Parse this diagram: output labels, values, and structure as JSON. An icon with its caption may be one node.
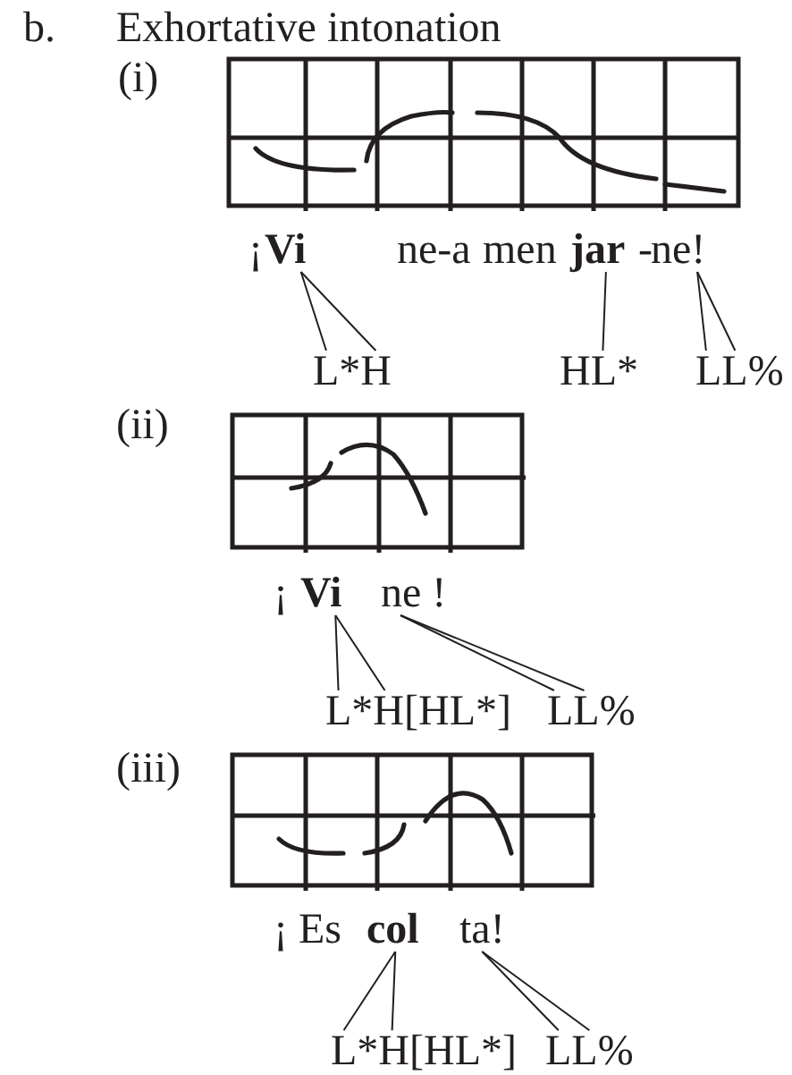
{
  "diagram": {
    "title": "Exhortative intonation",
    "nodes": [
      {
        "text": [
          "Vi"
        ]
      },
      {
        "text": [
          "jar"
        ]
      },
      {
        "text": [
          "ne!"
        ]
      },
      {
        "text": [
          "L*H"
        ]
      },
      {
        "text": [
          "HL*"
        ]
      },
      {
        "text": [
          "LL%"
        ]
      },
      {
        "text": [
          "Vi"
        ]
      },
      {
        "text": [
          "ne !"
        ]
      },
      {
        "text": [
          "L*H[HL*]"
        ]
      },
      {
        "text": [
          "LL%"
        ]
      },
      {
        "text": [
          "col"
        ]
      },
      {
        "text": [
          "ta!"
        ]
      },
      {
        "text": [
          "L*H[HL*]"
        ]
      },
      {
        "text": [
          "LL%"
        ]
      }
    ],
    "edges": [
      {
        "from": 0,
        "to": 3,
        "arrow": "none"
      },
      {
        "from": 0,
        "to": 3,
        "arrow": "none"
      },
      {
        "from": 1,
        "to": 4,
        "arrow": "none"
      },
      {
        "from": 2,
        "to": 5,
        "arrow": "none"
      },
      {
        "from": 2,
        "to": 5,
        "arrow": "none"
      },
      {
        "from": 6,
        "to": 8,
        "arrow": "none"
      },
      {
        "from": 6,
        "to": 8,
        "arrow": "none"
      },
      {
        "from": 7,
        "to": 9,
        "arrow": "none"
      },
      {
        "from": 7,
        "to": 9,
        "arrow": "none"
      },
      {
        "from": 10,
        "to": 12,
        "arrow": "none"
      },
      {
        "from": 10,
        "to": 12,
        "arrow": "none"
      },
      {
        "from": 11,
        "to": 13,
        "arrow": "none"
      },
      {
        "from": 11,
        "to": 13,
        "arrow": "none"
      }
    ],
    "labels": [
      "b.",
      "(i)",
      "¡",
      "ne-a",
      "men",
      "-",
      "(ii)",
      "¡",
      "(iii)",
      "¡",
      "Es"
    ]
  }
}
